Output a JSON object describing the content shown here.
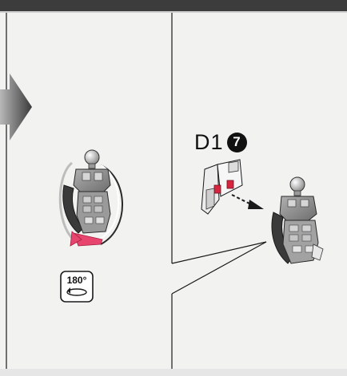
{
  "step": {
    "part_code": "D1",
    "part_number": "7"
  },
  "rotation_icon": {
    "label": "180°"
  },
  "colors": {
    "background": "#f2f2f0",
    "frame_line": "#1a1a1a",
    "arrow_pink": "#e8456e",
    "accent_red": "#d8253f",
    "part_gray": "#888888",
    "part_dark": "#444444",
    "part_light": "#dcdcdc"
  }
}
